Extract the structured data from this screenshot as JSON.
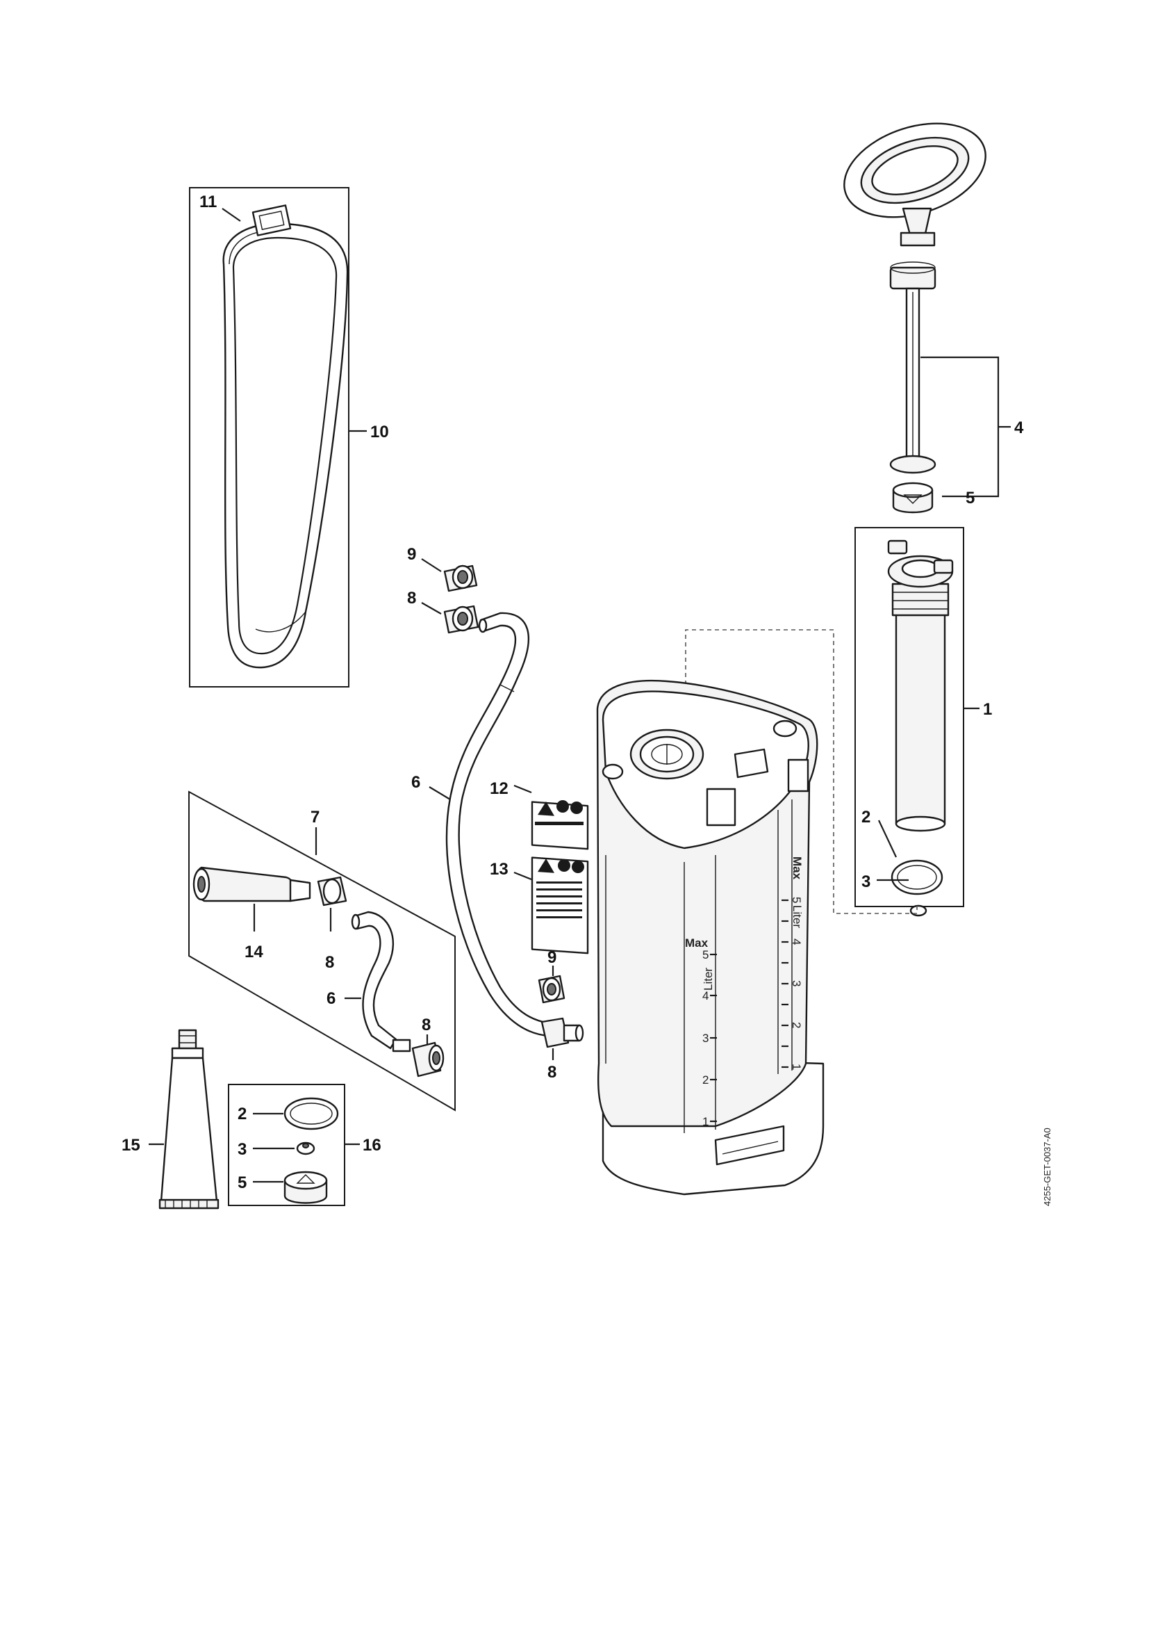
{
  "callouts": {
    "c1": "1",
    "c2_right": "2",
    "c3_right": "3",
    "c4": "4",
    "c5_right": "5",
    "c6_hose": "6",
    "c6_kit": "6",
    "c7": "7",
    "c8_top": "8",
    "c8_kit_nut": "8",
    "c8_kit_end": "8",
    "c8_bottom": "8",
    "c9_top": "9",
    "c9_mid": "9",
    "c10": "10",
    "c11": "11",
    "c12": "12",
    "c13": "13",
    "c14": "14",
    "c15": "15",
    "c16": "16",
    "c2_kit": "2",
    "c3_kit": "3",
    "c5_kit": "5"
  },
  "tank_scale": {
    "max_label": "Max",
    "unit_label": "Liter",
    "left_marks": [
      "5",
      "4",
      "3",
      "2",
      "1"
    ],
    "right_marks": [
      "5",
      "4",
      "3",
      "2",
      "1"
    ]
  },
  "drawing_code": "4255-GET-0037-A0",
  "icons": [
    "warning-label-icon",
    "pump-plunger-icon",
    "shoulder-strap-icon",
    "spray-hose-icon",
    "sprayer-tank-icon",
    "grease-tube-icon"
  ]
}
